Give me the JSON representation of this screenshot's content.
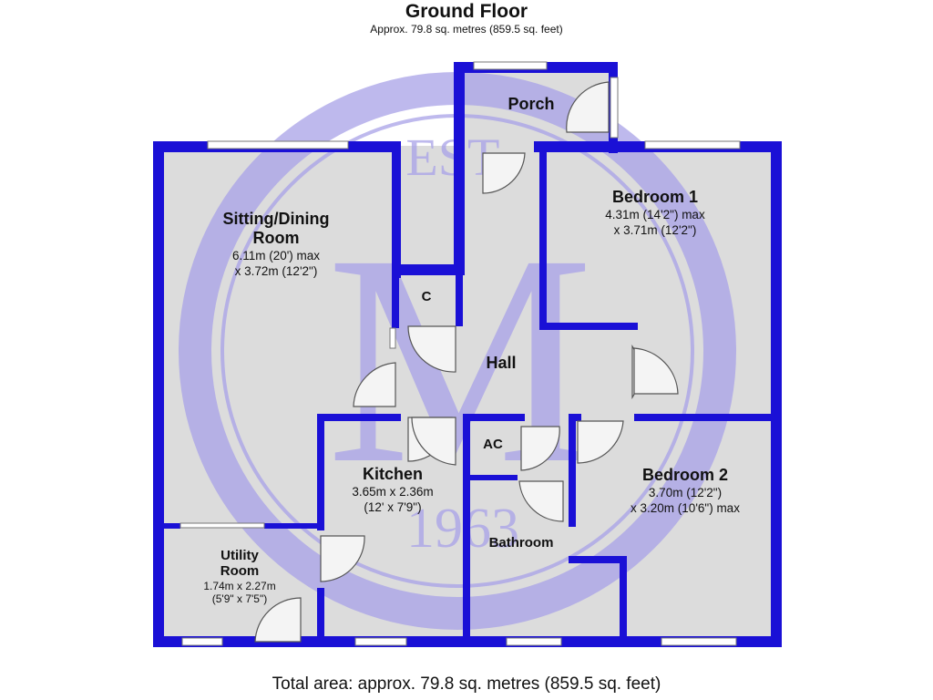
{
  "header": {
    "title": "Ground Floor",
    "subtitle": "Approx. 79.8 sq. metres (859.5 sq. feet)"
  },
  "footer": {
    "total": "Total area: approx. 79.8 sq. metres (859.5 sq. feet)"
  },
  "watermark": {
    "est": "EST.",
    "letter": "M",
    "year": "1963"
  },
  "colors": {
    "wall": "#1a10d6",
    "floor": "#dcdcdc",
    "watermark": "#a9a2e8"
  },
  "rooms": {
    "porch": {
      "name": "Porch"
    },
    "cupboard": {
      "name": "C"
    },
    "hall": {
      "name": "Hall"
    },
    "airing": {
      "name": "AC"
    },
    "bathroom": {
      "name": "Bathroom"
    },
    "sitting": {
      "name1": "Sitting/Dining",
      "name2": "Room",
      "dim1": "6.11m (20') max",
      "dim2": "x 3.72m (12'2\")"
    },
    "bedroom1": {
      "name": "Bedroom 1",
      "dim1": "4.31m (14'2\") max",
      "dim2": "x 3.71m (12'2\")"
    },
    "bedroom2": {
      "name": "Bedroom 2",
      "dim1": "3.70m (12'2\")",
      "dim2": "x 3.20m (10'6\") max"
    },
    "kitchen": {
      "name": "Kitchen",
      "dim1": "3.65m x 2.36m",
      "dim2": "(12' x 7'9\")"
    },
    "utility": {
      "name1": "Utility",
      "name2": "Room",
      "dim1": "1.74m x 2.27m",
      "dim2": "(5'9\" x 7'5\")"
    }
  }
}
